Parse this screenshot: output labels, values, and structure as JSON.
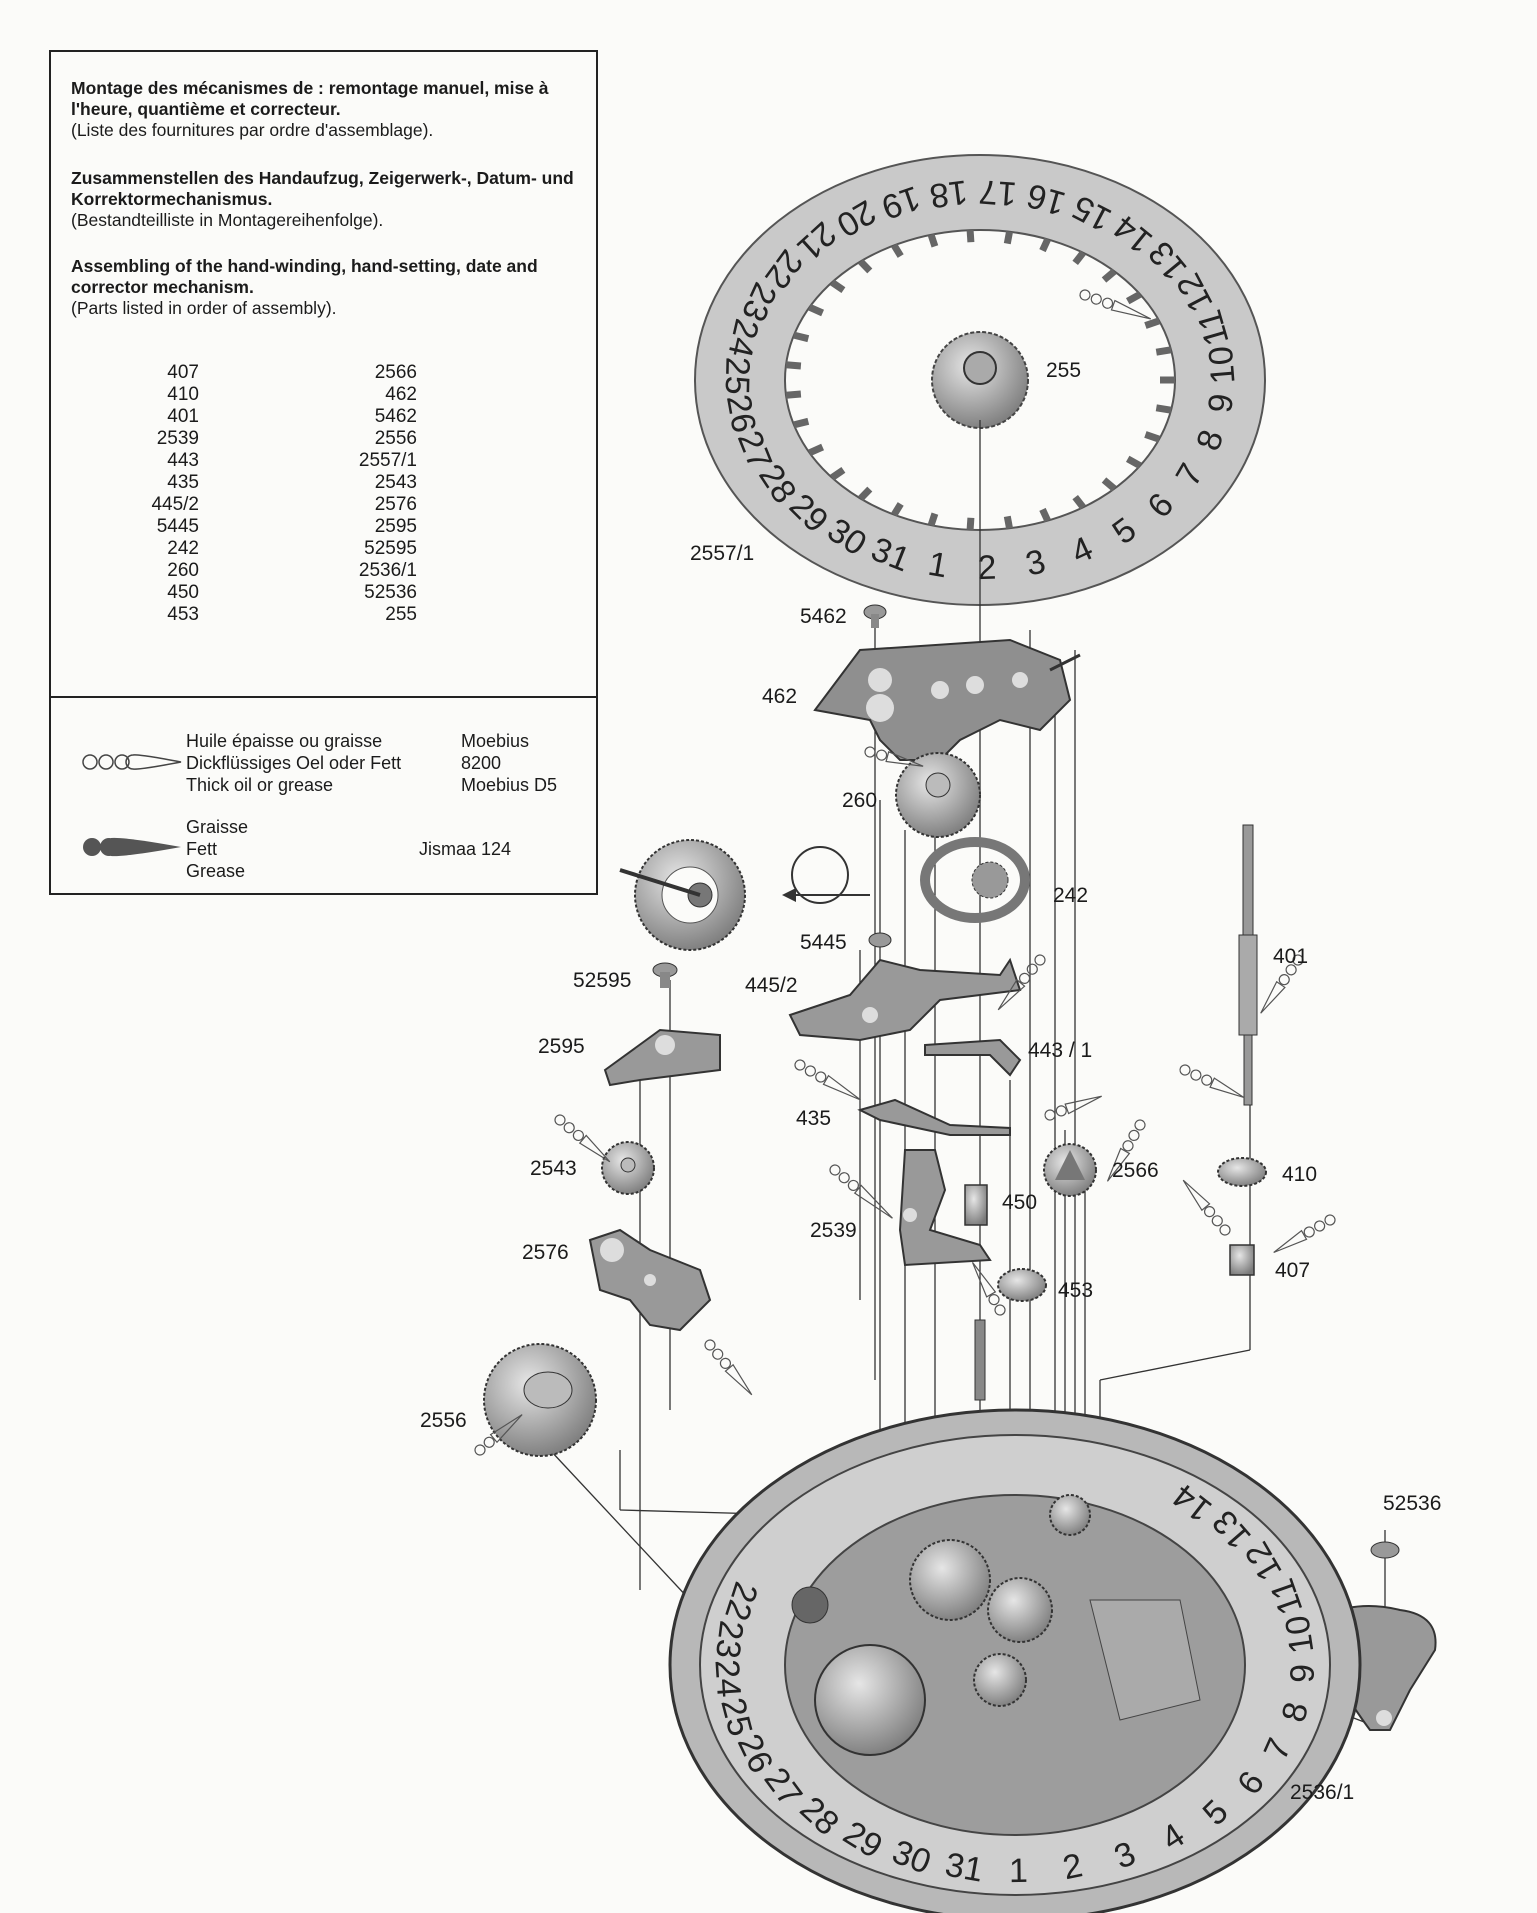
{
  "legend": {
    "french": {
      "title": "Montage des mécanismes de : remontage manuel, mise à l'heure, quantième et correcteur.",
      "subtitle": "(Liste des fournitures par ordre d'assemblage)."
    },
    "german": {
      "title": "Zusammenstellen des Handaufzug, Zeigerwerk-, Datum- und Korrektormechanismus.",
      "subtitle": "(Bestandteilliste in Montagereihenfolge)."
    },
    "english": {
      "title": "Assembling of the hand-winding, hand-setting, date and corrector mechanism.",
      "subtitle": "(Parts listed in order of assembly)."
    },
    "parts_left": [
      "407",
      "410",
      "401",
      "2539",
      "443",
      "435",
      "445/2",
      "5445",
      "242",
      "260",
      "450",
      "453"
    ],
    "parts_right": [
      "2566",
      "462",
      "5462",
      "2556",
      "2557/1",
      "2543",
      "2576",
      "2595",
      "52595",
      "2536/1",
      "52536",
      "255"
    ],
    "lubricant_oil": {
      "lines": [
        "Huile épaisse ou graisse",
        "Dickflüssiges Oel oder Fett",
        "Thick oil or grease"
      ],
      "brand_lines": [
        "Moebius",
        "8200",
        "Moebius D5"
      ]
    },
    "lubricant_grease": {
      "lines": [
        "Graisse",
        "Fett",
        "Grease"
      ],
      "brand": "Jismaa  124"
    }
  },
  "part_labels": {
    "p255": "255",
    "p2557_1": "2557/1",
    "p5462": "5462",
    "p462": "462",
    "p260": "260",
    "p242": "242",
    "p5445": "5445",
    "p52595": "52595",
    "p445_2": "445/2",
    "p401": "401",
    "p2595": "2595",
    "p443_1": "443 / 1",
    "p435": "435",
    "p2543": "2543",
    "p2566": "2566",
    "p410": "410",
    "p450": "450",
    "p2539": "2539",
    "p2576": "2576",
    "p407": "407",
    "p453": "453",
    "p2556": "2556",
    "p52536": "52536",
    "p2536_1": "2536/1"
  },
  "date_ring_top": [
    "1",
    "2",
    "3",
    "4",
    "5",
    "6",
    "7",
    "8",
    "9",
    "10",
    "11",
    "12",
    "13",
    "14",
    "15",
    "16",
    "17",
    "18",
    "19",
    "20",
    "21",
    "22",
    "23",
    "24",
    "25",
    "26",
    "27",
    "28",
    "29",
    "30",
    "31"
  ],
  "date_ring_bottom": [
    "22",
    "23",
    "24",
    "25",
    "26",
    "27",
    "28",
    "29",
    "30",
    "31",
    "1",
    "2",
    "3",
    "4",
    "5",
    "6",
    "7",
    "8",
    "9",
    "10",
    "11",
    "12",
    "13",
    "14"
  ]
}
